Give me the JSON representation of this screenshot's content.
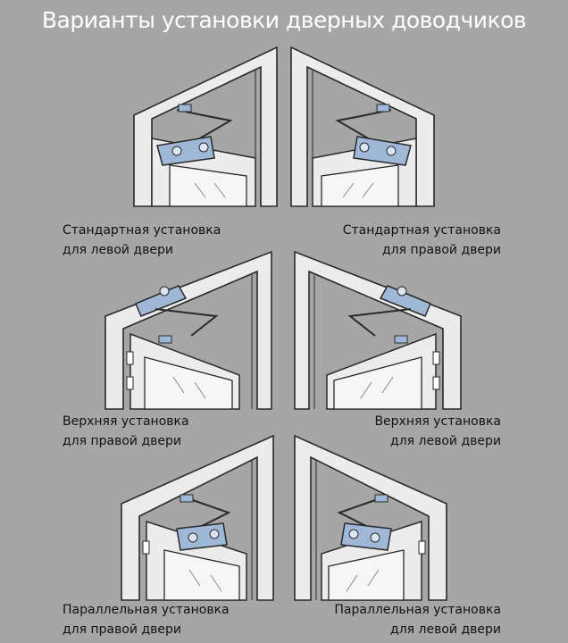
{
  "title": "Варианты установки дверных доводчиков",
  "colors": {
    "background": "#a6a6a6",
    "frame": "#ececec",
    "stroke": "#2a2a2a",
    "closer": "#9fb8d8",
    "glass": "#f4f4f4"
  },
  "diagrams": [
    {
      "line1": "Стандартная установка",
      "line2": "для левой двери"
    },
    {
      "line1": "Стандартная установка",
      "line2": "для правой двери"
    },
    {
      "line1": "Верхняя установка",
      "line2": "для правой двери"
    },
    {
      "line1": "Верхняя установка",
      "line2": "для левой двери"
    },
    {
      "line1": "Параллельная установка",
      "line2": "для правой двери"
    },
    {
      "line1": "Параллельная установка",
      "line2": "для левой двери"
    }
  ]
}
